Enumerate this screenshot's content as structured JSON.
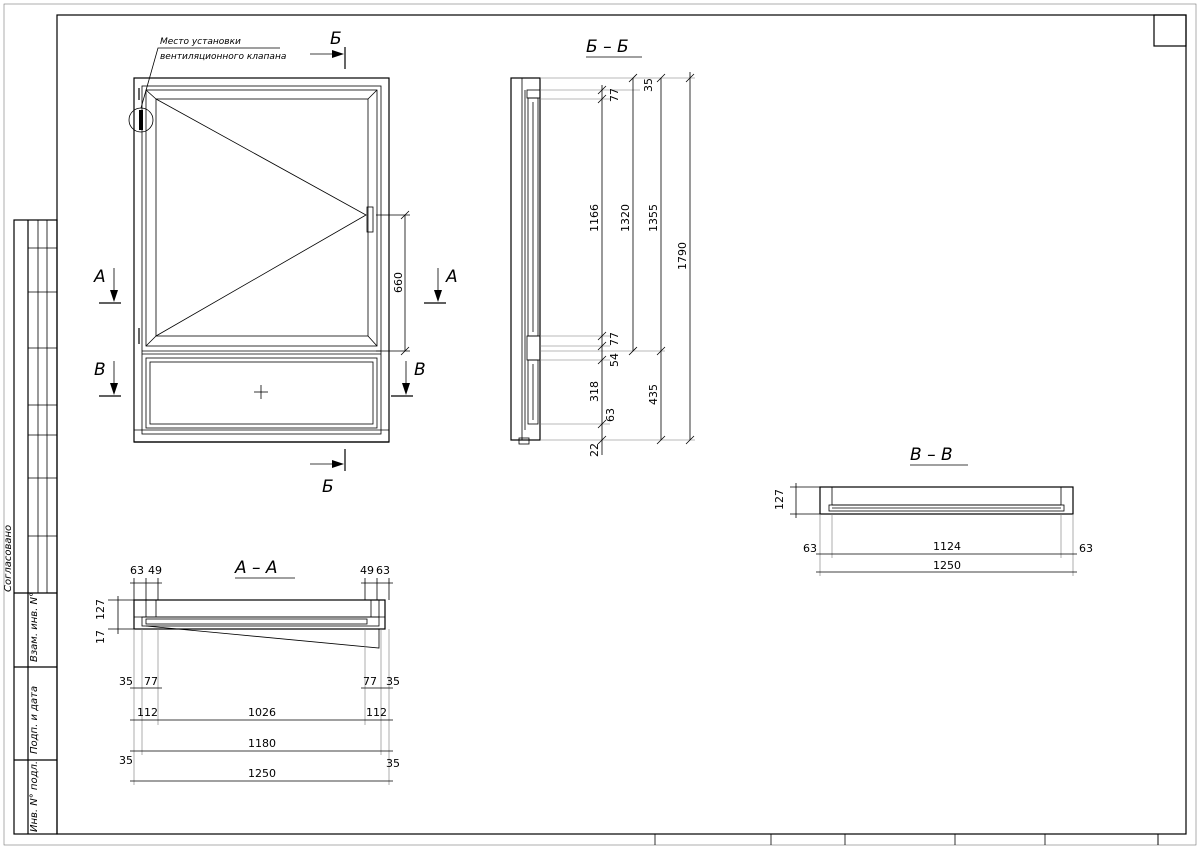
{
  "note": {
    "line1": "Место установки",
    "line2": "вентиляционного клапана"
  },
  "section_marks": {
    "a_left": "А",
    "a_right": "А",
    "b_top": "Б",
    "b_bottom": "Б",
    "v_left": "В",
    "v_right": "В"
  },
  "section_titles": {
    "bb": "Б – Б",
    "aa": "А – А",
    "vv": "В – В"
  },
  "elevation_dims": {
    "handle_height": "660"
  },
  "bb_dims": {
    "d35": "35",
    "d77_top": "77",
    "d1166": "1166",
    "d1320": "1320",
    "d1355": "1355",
    "d1790": "1790",
    "d54": "54",
    "d77_bot": "77",
    "d318": "318",
    "d435": "435",
    "d63": "63",
    "d22": "22"
  },
  "aa_dims": {
    "d63_l": "63",
    "d49_l": "49",
    "d49_r": "49",
    "d63_r": "63",
    "d127": "127",
    "d17": "17",
    "d35_l": "35",
    "d77_l": "77",
    "d77_r": "77",
    "d35_r": "35",
    "d112_l": "112",
    "d1026": "1026",
    "d112_r": "112",
    "d1180": "1180",
    "d35_l2": "35",
    "d35_r2": "35",
    "d1250": "1250"
  },
  "vv_dims": {
    "d127": "127",
    "d63_l": "63",
    "d1124": "1124",
    "d63_r": "63",
    "d1250": "1250"
  },
  "stamp": {
    "agreed": "Согласовано",
    "inv_vz": "Взам. инв. N°",
    "sign_date": "Подп. и дата",
    "inv_orig": "Инв. N° подл."
  }
}
